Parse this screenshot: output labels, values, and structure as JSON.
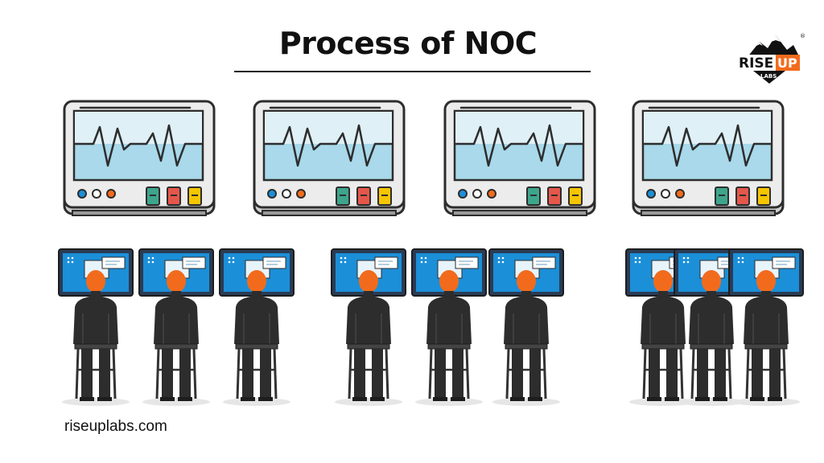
{
  "title": "Process of NOC",
  "logo": {
    "line1": "RISE",
    "line2": "UP",
    "line3": "LABS",
    "mark": "®"
  },
  "footer": "riseuplabs.com",
  "colors": {
    "monitor_frame": "#e8e8e8",
    "monitor_screen_top": "#dff0f7",
    "monitor_screen_bottom": "#a9d9ea",
    "button_green": "#3ea58c",
    "button_red": "#e4574b",
    "button_yellow": "#f5c500",
    "screen_blue": "#1b8fd8",
    "operator_head": "#f26b1d",
    "operator_body": "#2d2d2d"
  },
  "icons": [
    "heartbeat-monitor-icon",
    "operator-at-workstation-icon",
    "logo-mountain-icon"
  ]
}
